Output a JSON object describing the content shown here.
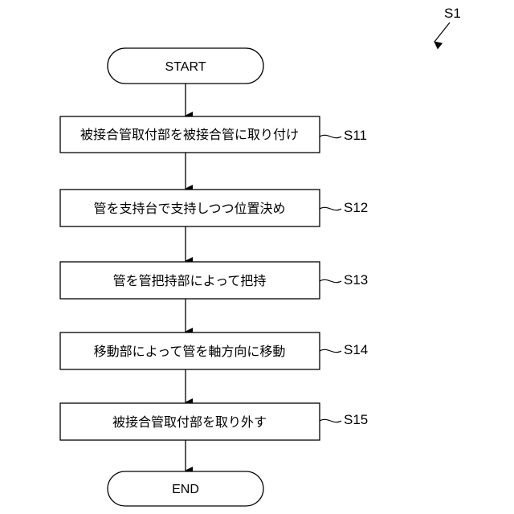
{
  "figure_label": "S1",
  "start": {
    "label": "START"
  },
  "end": {
    "label": "END"
  },
  "steps": [
    {
      "id": "S11",
      "text": "被接合管取付部を被接合管に取り付け"
    },
    {
      "id": "S12",
      "text": "管を支持台で支持しつつ位置決め"
    },
    {
      "id": "S13",
      "text": "管を管把持部によって把持"
    },
    {
      "id": "S14",
      "text": "移動部によって管を軸方向に移動"
    },
    {
      "id": "S15",
      "text": "被接合管取付部を取り外す"
    }
  ]
}
